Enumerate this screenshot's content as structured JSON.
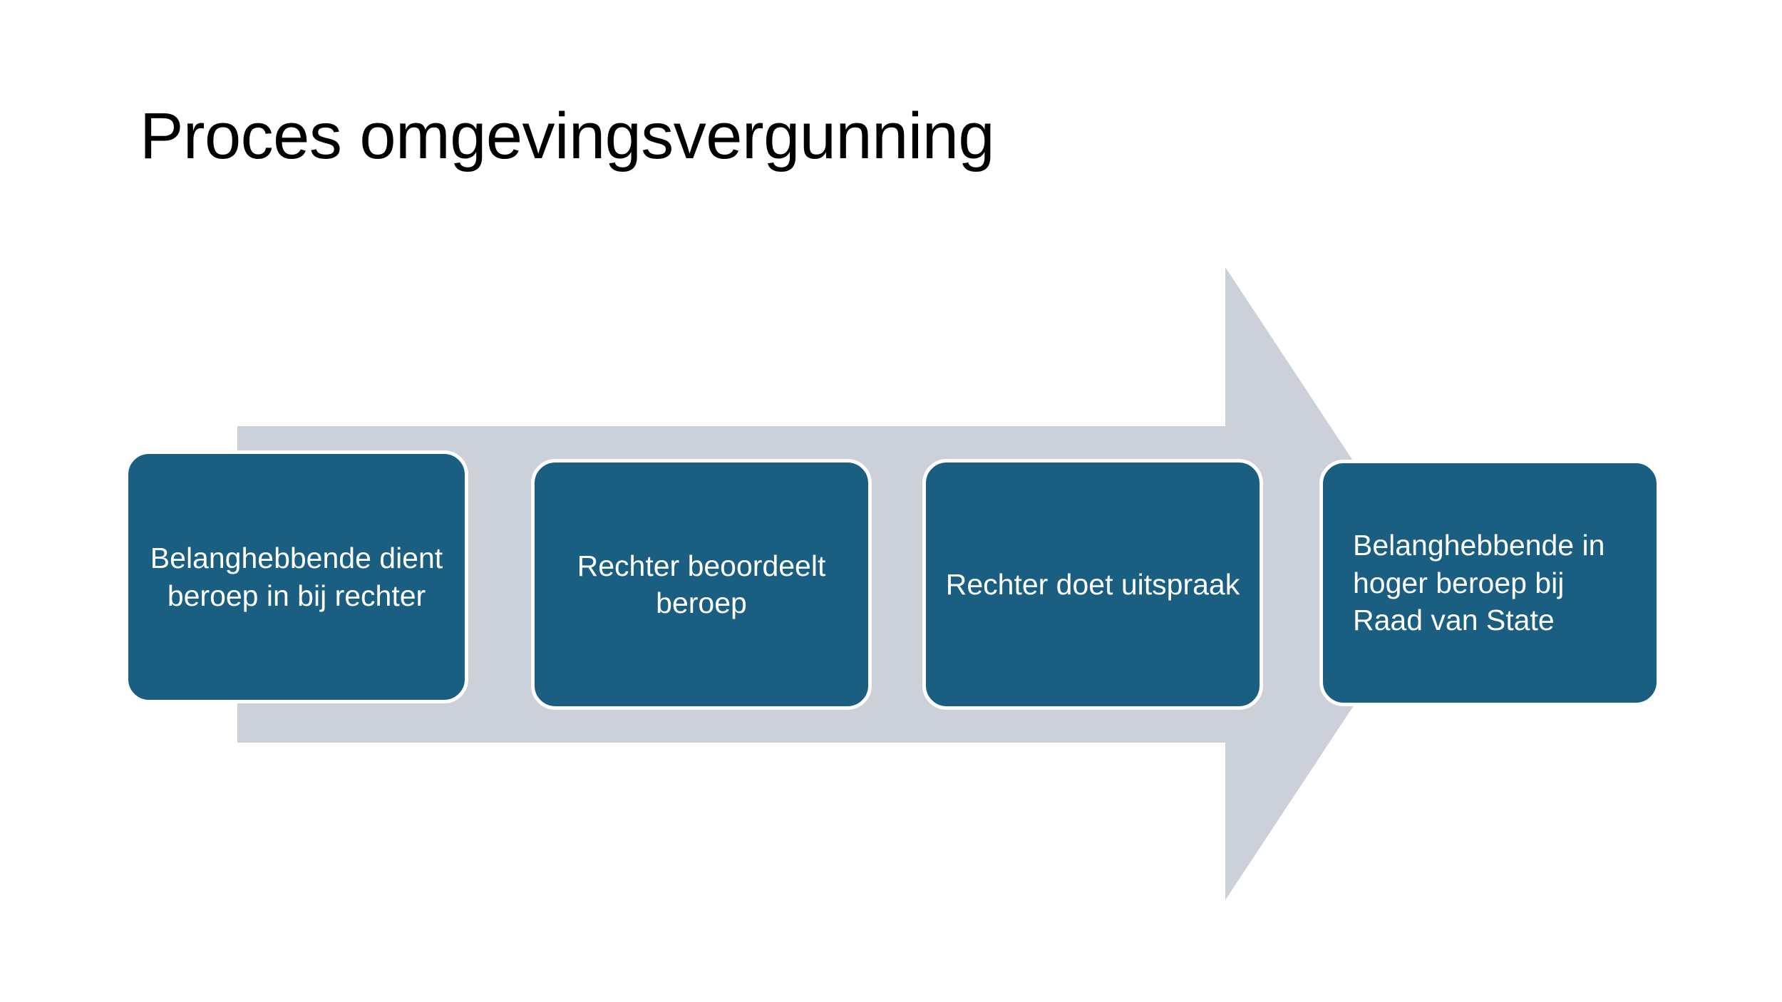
{
  "slide": {
    "title": "Proces omgevingsvergunning",
    "background_color": "#FFFFFF"
  },
  "diagram": {
    "type": "process-arrow",
    "direction": "left-to-right",
    "arrow_color": "#CCD0D8",
    "box_fill_color": "#1A5F81",
    "box_border_color": "#FFFFFF",
    "box_text_color": "#FFFFFF",
    "steps": [
      {
        "index": 1,
        "label": "Belanghebbende dient beroep in bij rechter",
        "align": "center"
      },
      {
        "index": 2,
        "label": "Rechter beoordeelt beroep",
        "align": "center"
      },
      {
        "index": 3,
        "label": "Rechter doet uitspraak",
        "align": "center"
      },
      {
        "index": 4,
        "label": "Belanghebbende in hoger beroep bij Raad van State",
        "align": "left"
      }
    ]
  }
}
